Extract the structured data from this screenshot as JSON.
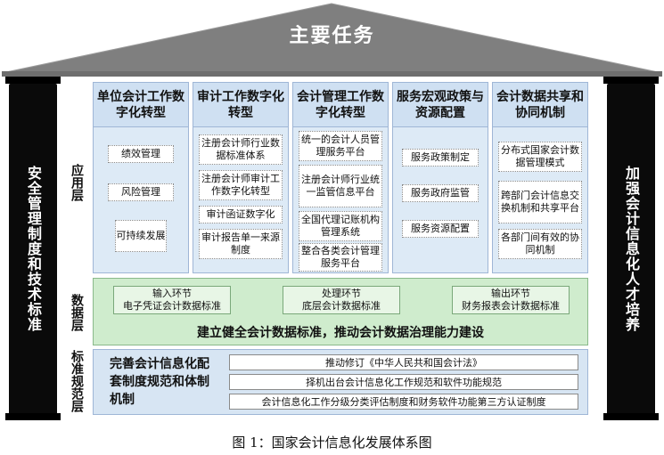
{
  "roof": {
    "title": "主要任务"
  },
  "pillars": {
    "left": "安全管理制度和技术标准",
    "right": "加强会计信息化人才培养"
  },
  "layers": {
    "application": "应用层",
    "data": "数据层",
    "standard": "标准规范层"
  },
  "columns": [
    {
      "title": "单位会计工作数字化转型",
      "items": [
        "绩效管理",
        "风险管理",
        "可持续发展"
      ]
    },
    {
      "title": "审计工作数字化转型",
      "items": [
        "注册会计师行业数据标准体系",
        "注册会计师审计工作数字化转型",
        "审计函证数字化",
        "审计报告单一来源制度"
      ]
    },
    {
      "title": "会计管理工作数字化转型",
      "items": [
        "统一的会计人员管理服务平台",
        "注册会计师行业统一监管信息平台",
        "全国代理记账机构管理系统",
        "整合各类会计管理服务平台"
      ]
    },
    {
      "title": "服务宏观政策与资源配置",
      "items": [
        "服务政策制定",
        "服务政府监管",
        "服务资源配置"
      ]
    },
    {
      "title": "会计数据共享和协同机制",
      "items": [
        "分布式国家会计数据管理模式",
        "跨部门会计信息交换机制和共享平台",
        "各部门间有效的协同机制"
      ]
    }
  ],
  "data_layer": {
    "boxes": [
      {
        "line1": "输入环节",
        "line2": "电子凭证会计数据标准"
      },
      {
        "line1": "处理环节",
        "line2": "底层会计数据标准"
      },
      {
        "line1": "输出环节",
        "line2": "财务报表会计数据标准"
      }
    ],
    "main": "建立健全会计数据标准，推动会计数据治理能力建设"
  },
  "standard_layer": {
    "left": "完善会计信息化配套制度规范和体制机制",
    "items": [
      "推动修订《中华人民共和国会计法》",
      "择机出台会计信息化工作规范和软件功能规范",
      "会计信息化工作分级分类评估制度和财务软件功能第三方认证制度"
    ]
  },
  "caption": "图 1：国家会计信息化发展体系图",
  "colors": {
    "roof": "#7f7f7f",
    "pillar": "#0a0a0a",
    "app_head": "#cfe0f2",
    "data_bg": "#cfeccd",
    "std_bg": "#d7e5f3"
  }
}
